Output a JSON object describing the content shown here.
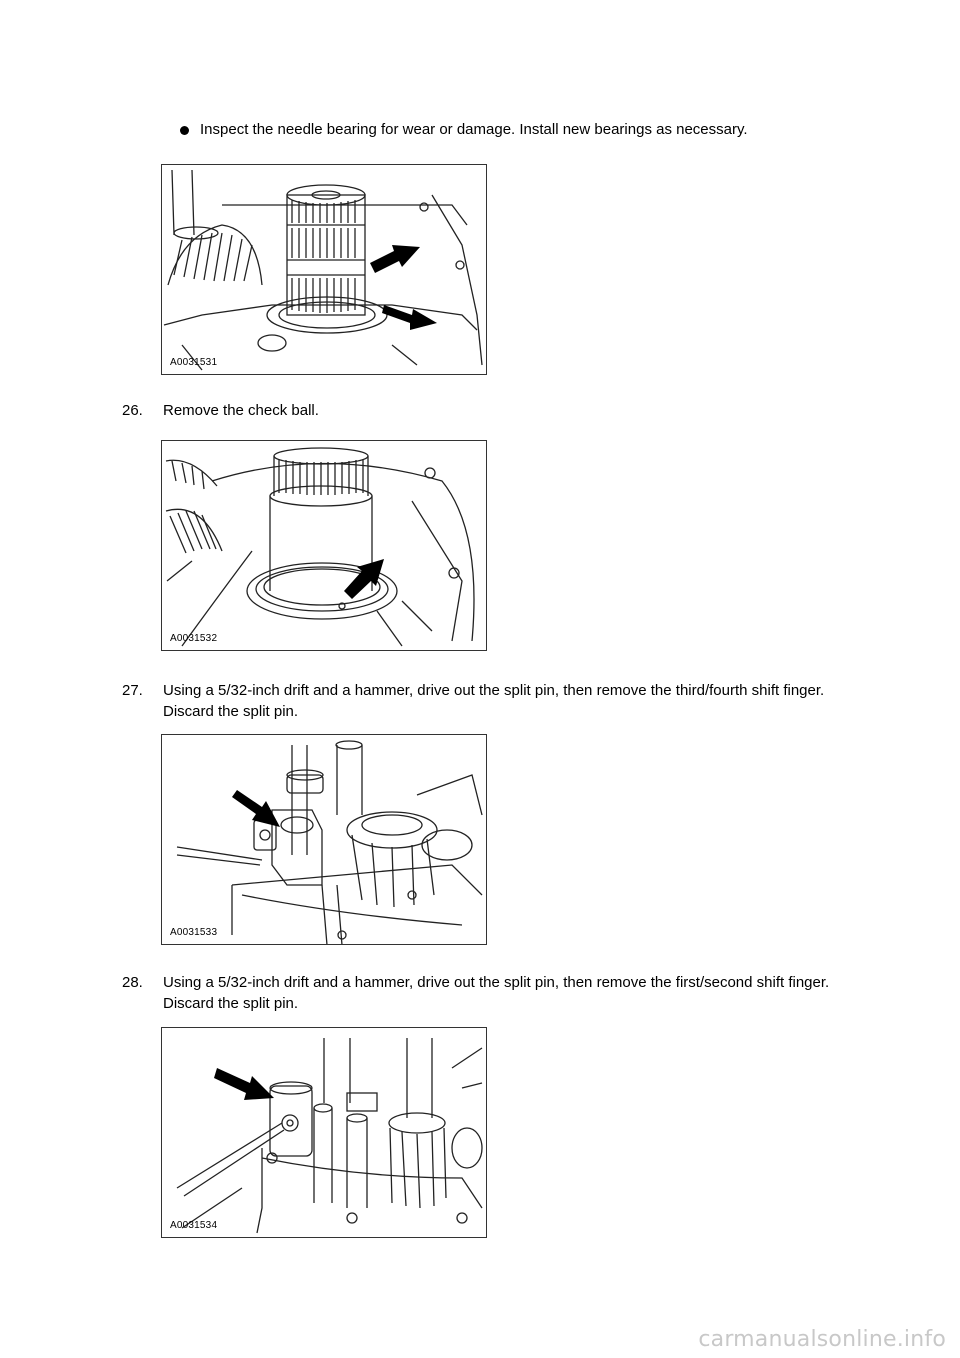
{
  "bullet": {
    "text": "Inspect the needle bearing for wear or damage. Install new bearings as necessary."
  },
  "figures": [
    {
      "label": "A0031531"
    },
    {
      "label": "A0031532"
    },
    {
      "label": "A0031533"
    },
    {
      "label": "A0031534"
    }
  ],
  "steps": [
    {
      "number": "26.",
      "text": "Remove the check ball."
    },
    {
      "number": "27.",
      "text": "Using a 5/32-inch drift and a hammer, drive out the split pin, then remove the third/fourth shift finger. Discard the split pin."
    },
    {
      "number": "28.",
      "text": "Using a 5/32-inch drift and a hammer, drive out the split pin, then remove the first/second shift finger. Discard the split pin."
    }
  ],
  "watermark": {
    "text": "carmanualsonline.info"
  }
}
